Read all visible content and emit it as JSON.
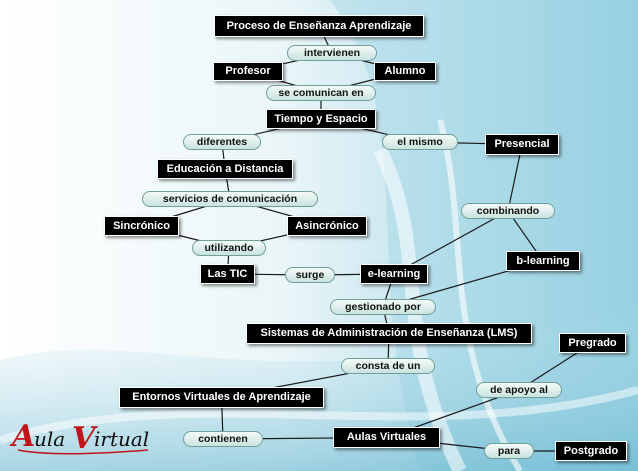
{
  "colors": {
    "concept_fill": "#000000",
    "concept_text": "#ffffff",
    "link_fill": "#dff0ee",
    "link_border": "#6f9f9a",
    "edge": "#1a1a1a",
    "logo_red": "#c0151b",
    "background_accent": "#7fc3d6"
  },
  "logo": {
    "text": "Aula Virtual"
  },
  "nodes": {
    "proceso": "Proceso de Enseñanza Aprendizaje",
    "intervienen": "intervienen",
    "profesor": "Profesor",
    "alumno": "Alumno",
    "se_comunican": "se comunican en",
    "tiempo": "Tiempo y Espacio",
    "diferentes": "diferentes",
    "el_mismo": "el mismo",
    "presencial": "Presencial",
    "educacion": "Educación a Distancia",
    "servicios": "servicios de comunicación",
    "combinando": "combinando",
    "sincronico": "Sincrónico",
    "asincronico": "Asincrónico",
    "utilizando": "utilizando",
    "blearning": "b-learning",
    "las_tic": "Las TIC",
    "surge": "surge",
    "elearning": "e-learning",
    "gestionado": "gestionado por",
    "sistemas": "Sistemas de Administración de Enseñanza (LMS)",
    "consta": "consta de un",
    "pregrado": "Pregrado",
    "entornos": "Entornos Virtuales de Aprendizaje",
    "de_apoyo": "de apoyo al",
    "contienen": "contienen",
    "aulas": "Aulas Virtuales",
    "para": "para",
    "postgrado": "Postgrado"
  }
}
